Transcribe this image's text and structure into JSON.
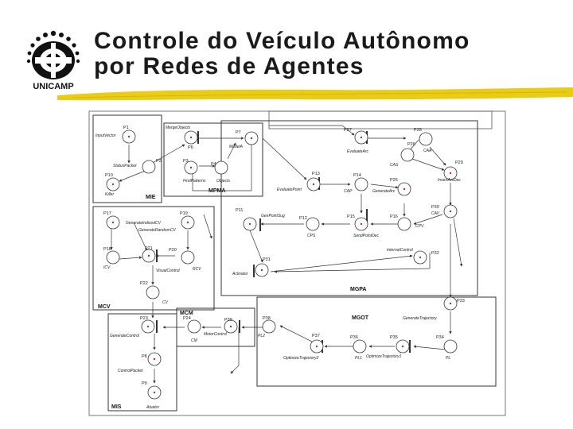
{
  "header": {
    "title_line1": "Controle do Veículo Autônomo",
    "title_line2": "por Redes de Agentes",
    "logo_text": "UNICAMP",
    "brush_color": "#e8c800"
  },
  "diagram": {
    "modules": [
      {
        "id": "MIE",
        "label": "MIE"
      },
      {
        "id": "MPMA",
        "label": "MPMA"
      },
      {
        "id": "MCV",
        "label": "MCV"
      },
      {
        "id": "MGPA",
        "label": "MGPA"
      },
      {
        "id": "MCM",
        "label": "MCM"
      },
      {
        "id": "MGOT",
        "label": "MGOT"
      },
      {
        "id": "MIS",
        "label": "MIS"
      }
    ],
    "places": [
      {
        "id": "P1",
        "desc": "InputVector",
        "token": true
      },
      {
        "id": "P2",
        "desc": "StatusPacket",
        "token": false
      },
      {
        "id": "P10",
        "desc": "Killer",
        "token": true
      },
      {
        "id": "P6",
        "desc": "",
        "token": true
      },
      {
        "id": "P7",
        "desc": "ModelA",
        "token": true
      },
      {
        "id": "P3",
        "desc": "FindPatterns",
        "token": true
      },
      {
        "id": "P4",
        "desc": "Objects",
        "token": false
      },
      {
        "id": "P27",
        "desc": "EvaluateArc",
        "token": true
      },
      {
        "id": "P28",
        "desc": "CAA",
        "token": false
      },
      {
        "id": "P26",
        "desc": "CAS",
        "token": false
      },
      {
        "id": "P29",
        "desc": "InsertArcDec",
        "token": true
      },
      {
        "id": "P13",
        "desc": "EvaluatePoint",
        "token": true
      },
      {
        "id": "P14",
        "desc": "CAP",
        "token": false
      },
      {
        "id": "P25",
        "desc": "GenerateArc",
        "token": true
      },
      {
        "id": "P11",
        "desc": "GenPointSug",
        "token": true
      },
      {
        "id": "P12",
        "desc": "CPS",
        "token": false
      },
      {
        "id": "P15",
        "desc": "SendPointDec",
        "token": true
      },
      {
        "id": "P16",
        "desc": "CPV",
        "token": false
      },
      {
        "id": "P30",
        "desc": "CAV",
        "token": true
      },
      {
        "id": "P17",
        "desc": "GenerateIndicedCV",
        "token": true
      },
      {
        "id": "P19",
        "desc": "GenerateRandomCV",
        "token": true
      },
      {
        "id": "P18",
        "desc": "ICV",
        "token": false
      },
      {
        "id": "P21",
        "desc": "VisualControl",
        "token": true
      },
      {
        "id": "P20",
        "desc": "RCV",
        "token": false
      },
      {
        "id": "P22",
        "desc": "CV",
        "token": false
      },
      {
        "id": "P32",
        "desc": "InternalControl",
        "token": true
      },
      {
        "id": "P31",
        "desc": "Activator",
        "token": true
      },
      {
        "id": "P33",
        "desc": "GenerateTrajectory",
        "token": true
      },
      {
        "id": "P23",
        "desc": "GenerateControl",
        "token": true
      },
      {
        "id": "P24",
        "desc": "CM",
        "token": false
      },
      {
        "id": "P39",
        "desc": "MotorControl",
        "token": true
      },
      {
        "id": "P38",
        "desc": "PL2",
        "token": false
      },
      {
        "id": "P37",
        "desc": "OptimizeTrajectory2",
        "token": true
      },
      {
        "id": "P36",
        "desc": "PL1",
        "token": false
      },
      {
        "id": "P35",
        "desc": "OptimizeTrajectory1",
        "token": true
      },
      {
        "id": "P34",
        "desc": "PL",
        "token": false
      },
      {
        "id": "P8",
        "desc": "ControlPacket",
        "token": true
      },
      {
        "id": "P9",
        "desc": "Atuator",
        "token": true
      }
    ]
  }
}
